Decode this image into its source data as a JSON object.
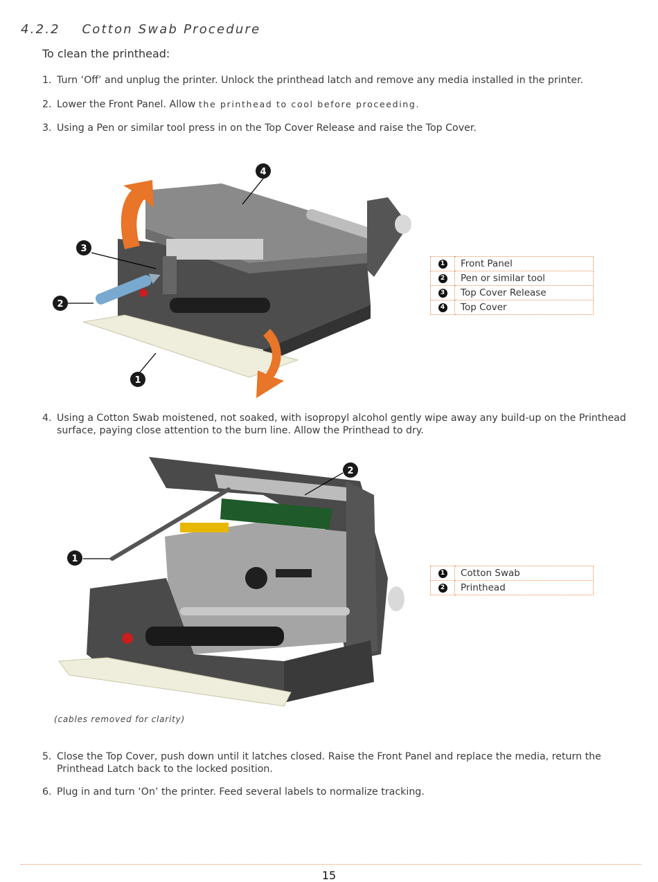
{
  "section": {
    "number": "4.2.2",
    "title": "Cotton Swab Procedure"
  },
  "intro": "To clean the printhead:",
  "steps": [
    {
      "num": "1.",
      "text": "Turn ‘Off’ and unplug the printer. Unlock the printhead latch and remove any media installed in the printer."
    },
    {
      "num": "2.",
      "text_a": "Lower the Front Panel. Allow ",
      "text_b": "the printhead to cool before proceeding."
    },
    {
      "num": "3.",
      "text": "Using a Pen or similar tool press in on the Top Cover Release and raise the Top Cover."
    },
    {
      "num": "4.",
      "text": "Using a Cotton Swab moistened, not soaked, with isopropyl alcohol gently wipe away any build-up on the Printhead surface, paying close attention to the burn line. Allow the Printhead to dry."
    },
    {
      "num": "5.",
      "text": "Close the Top Cover, push down until it latches closed. Raise the Front Panel and replace the media, return the Printhead Latch back to the locked position."
    },
    {
      "num": "6.",
      "text": "Plug in and turn ‘On’ the printer. Feed several labels to normalize tracking."
    }
  ],
  "figure1": {
    "callouts": [
      "1",
      "2",
      "3",
      "4"
    ],
    "legend": [
      {
        "num": "1",
        "label": "Front Panel"
      },
      {
        "num": "2",
        "label": "Pen or similar tool"
      },
      {
        "num": "3",
        "label": "Top Cover Release"
      },
      {
        "num": "4",
        "label": "Top Cover"
      }
    ]
  },
  "figure2": {
    "callouts": [
      "1",
      "2"
    ],
    "legend": [
      {
        "num": "1",
        "label": "Cotton Swab"
      },
      {
        "num": "2",
        "label": "Printhead"
      }
    ],
    "caption": "(cables removed for clarity)"
  },
  "page_number": "15",
  "colors": {
    "accent": "#e8894a",
    "arrow": "#e87528",
    "printer_dark": "#4a4a4a"
  }
}
